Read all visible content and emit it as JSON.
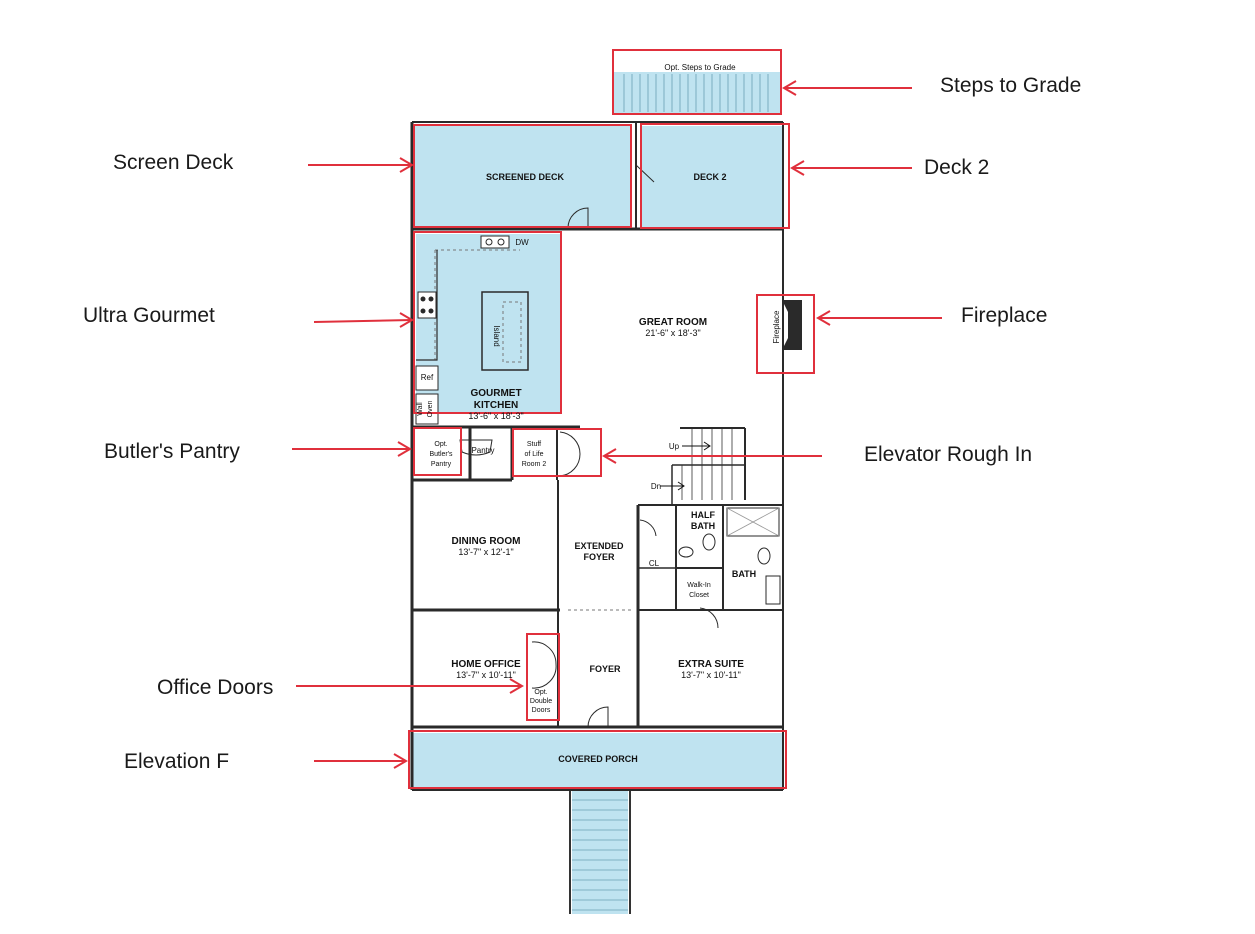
{
  "callouts": {
    "steps_to_grade": "Steps to Grade",
    "screen_deck": "Screen Deck",
    "deck2": "Deck 2",
    "ultra_gourmet": "Ultra Gourmet",
    "fireplace": "Fireplace",
    "butlers_pantry": "Butler's Pantry",
    "elevator_rough_in": "Elevator Rough In",
    "office_doors": "Office Doors",
    "elevation_f": "Elevation F"
  },
  "rooms": {
    "opt_steps": "Opt. Steps to Grade",
    "screened_deck": "SCREENED DECK",
    "deck2": "DECK 2",
    "great_room": "GREAT ROOM",
    "great_room_dim": "21'-6\" x 18'-3\"",
    "fireplace": "Fireplace",
    "island": "Island",
    "ref": "Ref",
    "wall_oven_1": "Wall",
    "wall_oven_2": "Oven",
    "dw": "DW",
    "kitchen_1": "GOURMET",
    "kitchen_2": "KITCHEN",
    "kitchen_dim": "13'-6\" x 18'-3\"",
    "butlers_1": "Opt.",
    "butlers_2": "Butler's",
    "butlers_3": "Pantry",
    "pantry": "Pantry",
    "stuff_1": "Stuff",
    "stuff_2": "of Life",
    "stuff_3": "Room 2",
    "up": "Up",
    "dn": "Dn",
    "half_bath_1": "HALF",
    "half_bath_2": "BATH",
    "bath": "BATH",
    "cl": "CL",
    "walkin_1": "Walk-In",
    "walkin_2": "Closet",
    "dining": "DINING ROOM",
    "dining_dim": "13'-7\" x 12'-1\"",
    "ext_foyer_1": "EXTENDED",
    "ext_foyer_2": "FOYER",
    "home_office": "HOME OFFICE",
    "home_office_dim": "13'-7\" x 10'-11\"",
    "opt_doors_1": "Opt.",
    "opt_doors_2": "Double",
    "opt_doors_3": "Doors",
    "foyer": "FOYER",
    "extra_suite": "EXTRA SUITE",
    "extra_suite_dim": "13'-7\" x 10'-11\"",
    "covered_porch": "COVERED PORCH"
  },
  "colors": {
    "highlight": "#e0303c",
    "fill": "#bfe3f0",
    "wall": "#2a2a2a"
  }
}
